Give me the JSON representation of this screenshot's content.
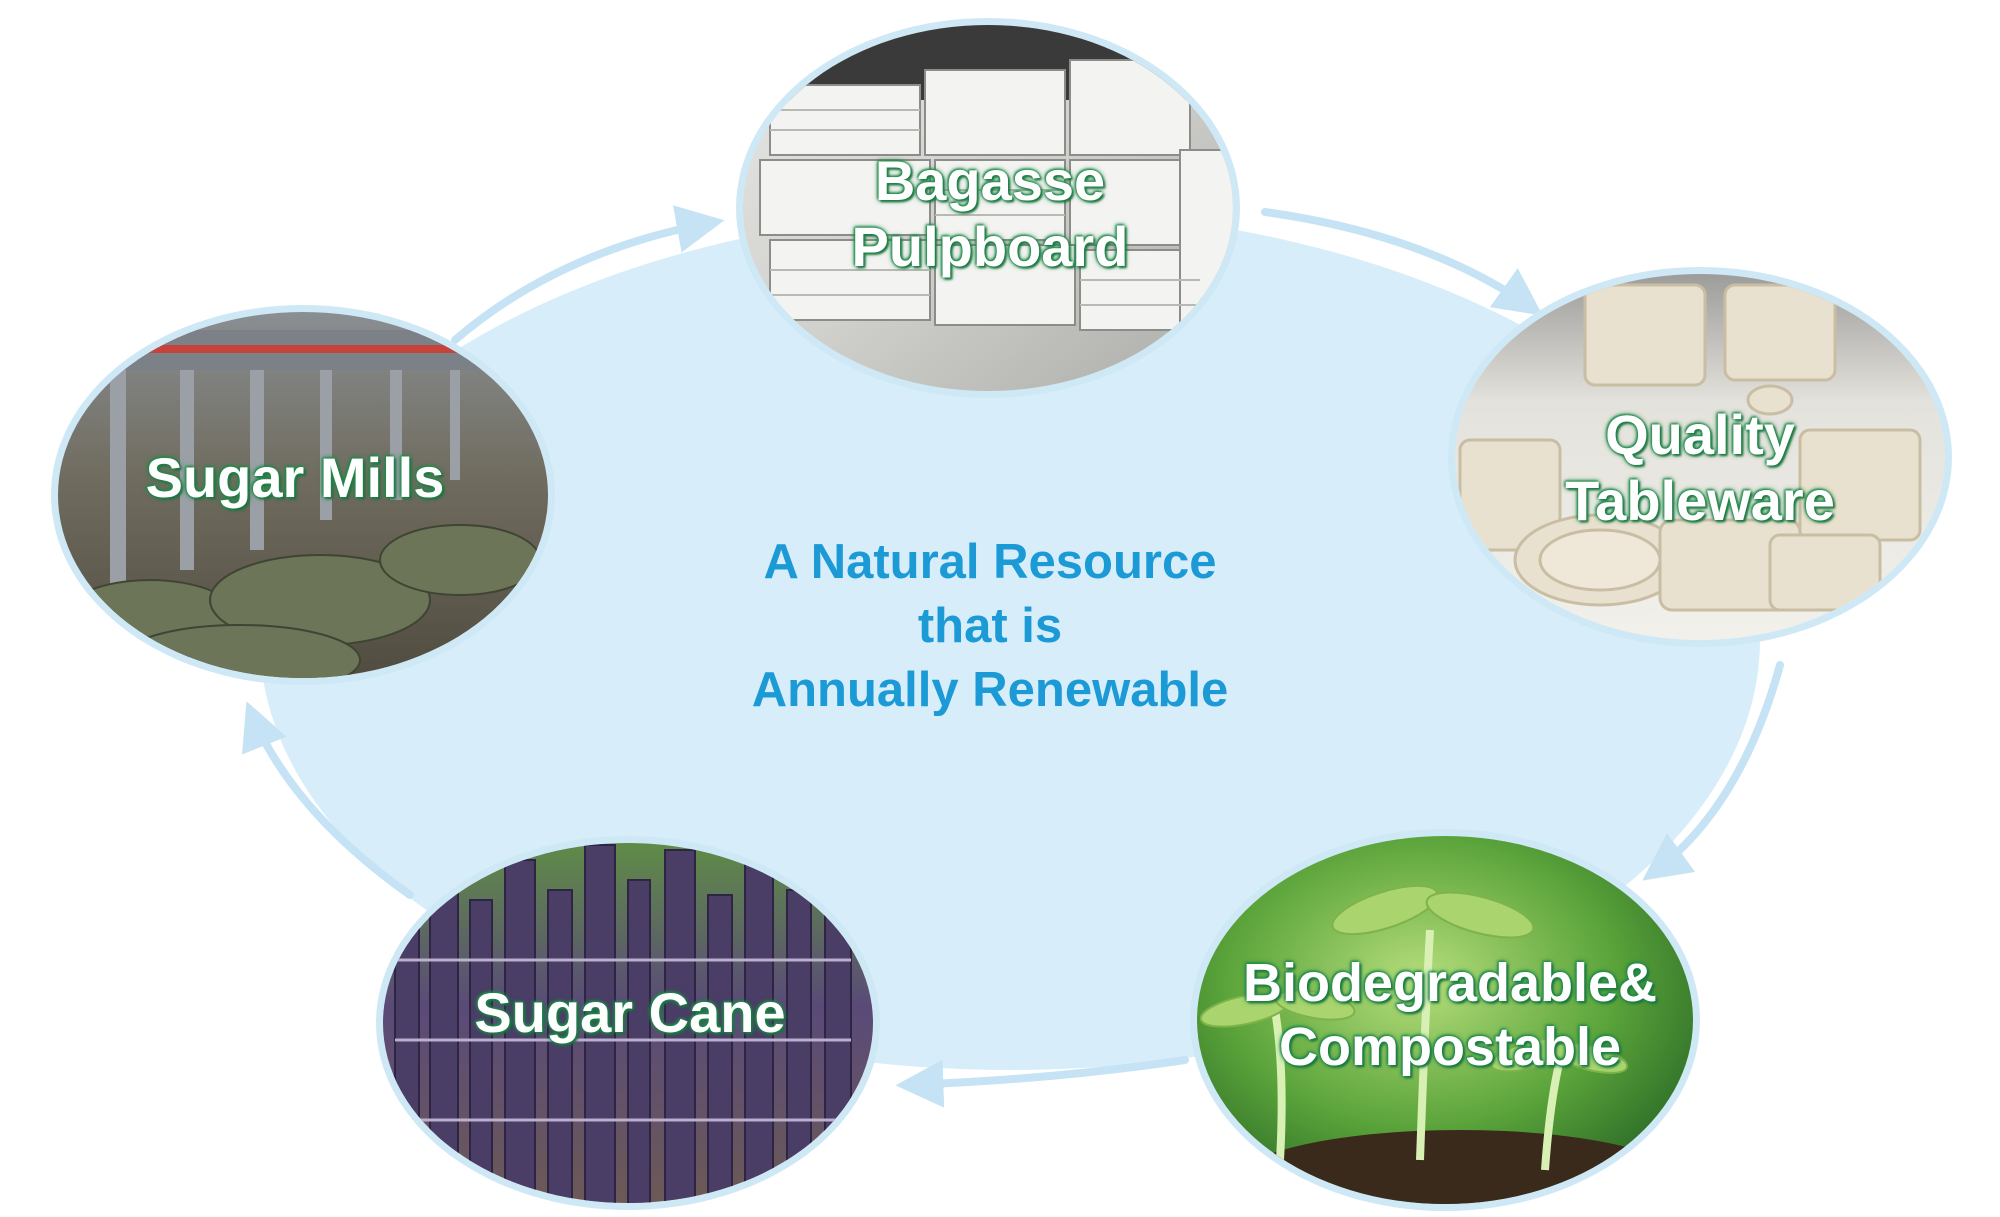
{
  "center": {
    "line1": "A Natural Resource",
    "line2": "that is",
    "line3": "Annually Renewable"
  },
  "nodes": {
    "bagasse": {
      "line1": "Bagasse",
      "line2": "Pulpboard"
    },
    "tableware": {
      "line1": "Quality",
      "line2": "Tableware"
    },
    "biodegradable": {
      "line1": "Biodegradable&",
      "line2": "Compostable"
    },
    "sugar_cane": {
      "line1": "Sugar Cane"
    },
    "sugar_mills": {
      "line1": "Sugar Mills"
    }
  },
  "colors": {
    "cycle_fill": "#d7eefa",
    "arrow": "#c5e3f4",
    "ring": "#cfe8f6",
    "center_text": "#1b9ad6",
    "label_glow": "#1f8a4a"
  }
}
